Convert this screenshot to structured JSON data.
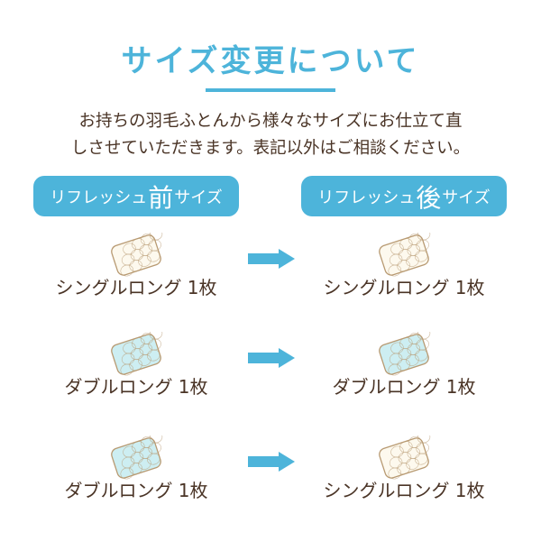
{
  "title": "サイズ変更について",
  "description": [
    "お持ちの羽毛ふとんから様々なサイズにお仕立て直",
    "しさせていただきます。表記以外はご相談ください。"
  ],
  "before_header": {
    "pre": "リフレッシュ",
    "big": "前",
    "post": "サイズ"
  },
  "after_header": {
    "pre": "リフレッシュ",
    "big": "後",
    "post": "サイズ"
  },
  "rows": [
    {
      "before": "シングルロング 1枚",
      "after": "シングルロング 1枚",
      "before_type": "single",
      "after_type": "single"
    },
    {
      "before": "ダブルロング 1枚",
      "after": "ダブルロング 1枚",
      "before_type": "double",
      "after_type": "double"
    },
    {
      "before": "ダブルロング 1枚",
      "after": "シングルロング 1枚",
      "before_type": "double",
      "after_type": "single"
    }
  ],
  "colors": {
    "accent": "#4db4da",
    "single_fill": "#fdf9ee",
    "double_fill": "#cdeef2",
    "outline": "#b89a72"
  }
}
